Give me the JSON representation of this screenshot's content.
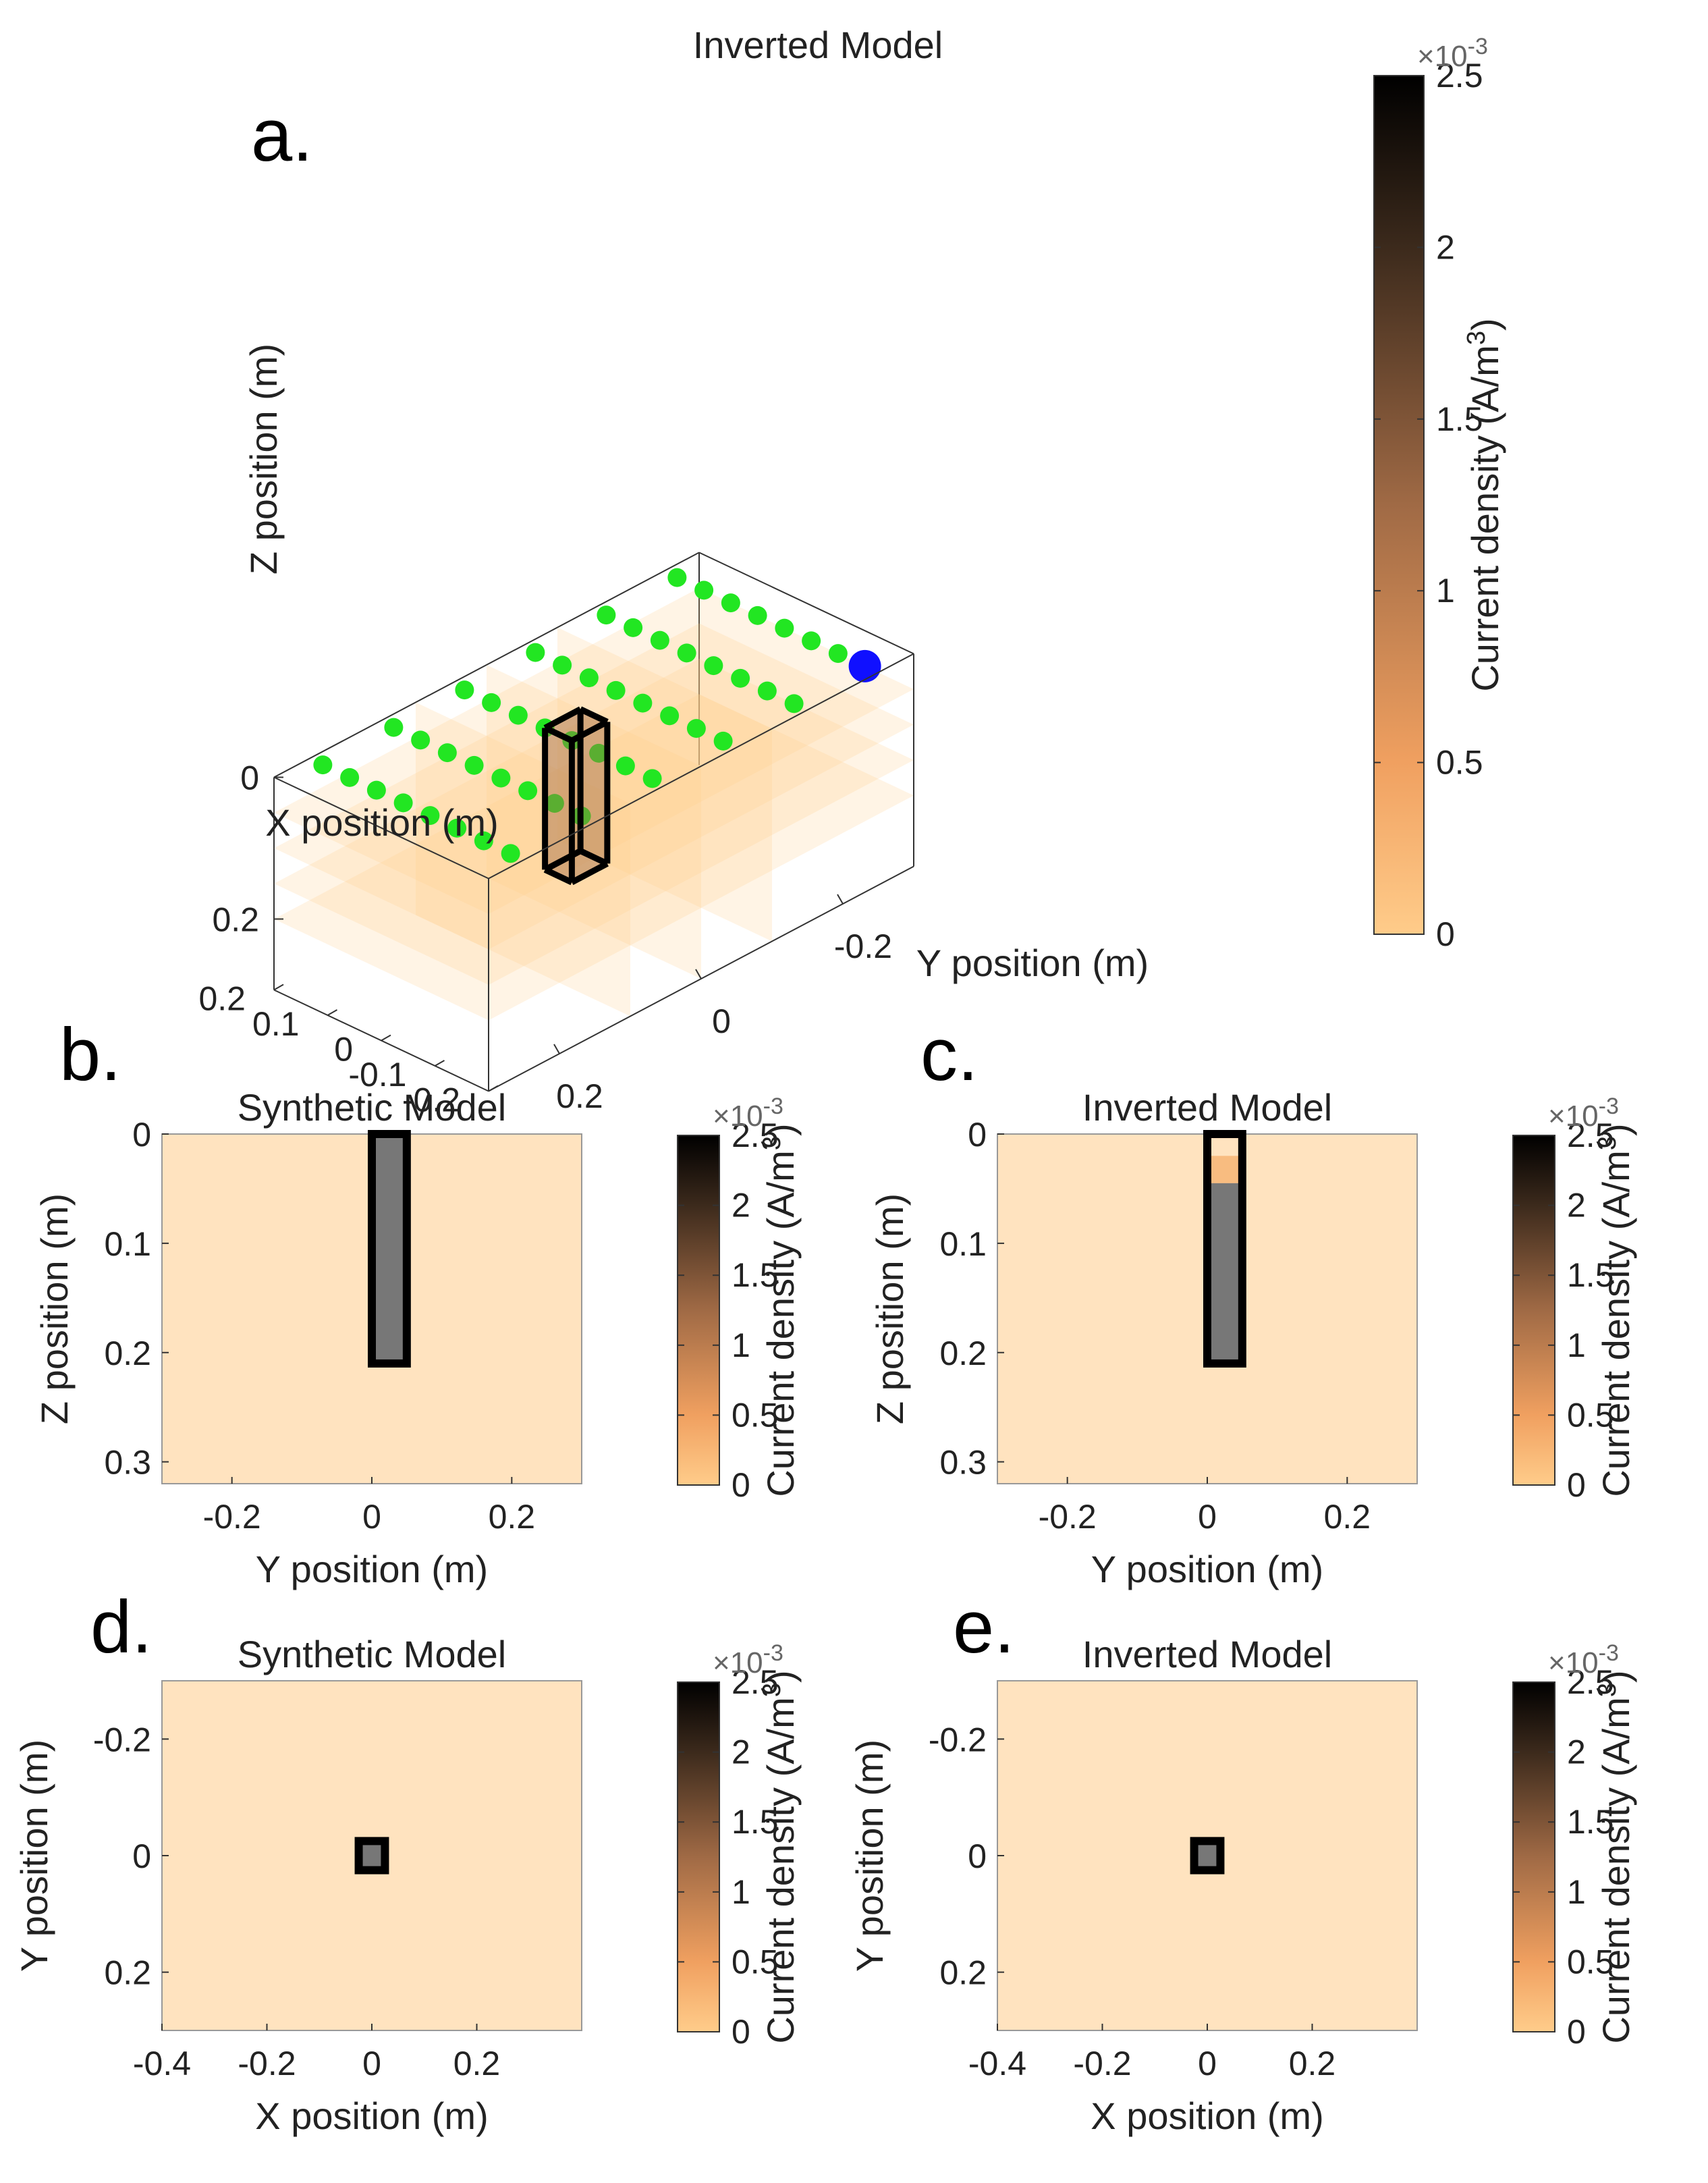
{
  "figure": {
    "colors": {
      "background": "#ffffff",
      "cmap_low": "#ffcc8a",
      "cmap_mid": "#a06a45",
      "cmap_high": "#000000",
      "block_fill": "#777777",
      "block_edge": "#000000",
      "electrode": "#22e622",
      "source_electrode": "#1010ff",
      "plot_bg": "#fde0c0"
    }
  },
  "chart_data": [
    {
      "id": "a",
      "type": "scatter",
      "panel_letter": "a.",
      "title": "Inverted Model",
      "xlabel": "X position (m)",
      "ylabel": "Y position (m)",
      "zlabel": "Z position (m)",
      "x_ticks": [
        "-0.2",
        "-0.1",
        "0",
        "0.1",
        "0.2"
      ],
      "y_ticks": [
        "-0.2",
        "0",
        "0.2"
      ],
      "z_ticks": [
        "0",
        "0.2"
      ],
      "xlim": [
        -0.2,
        0.2
      ],
      "ylim": [
        -0.3,
        0.3
      ],
      "zlim": [
        0,
        0.3
      ],
      "electrodes": {
        "x": [
          -0.175,
          -0.125,
          -0.075,
          -0.025,
          0.025,
          0.075,
          0.125,
          0.175
        ],
        "y": [
          -0.25,
          -0.15,
          -0.05,
          0.05,
          0.15,
          0.25
        ],
        "z": 0
      },
      "source_electrode": {
        "x": -0.175,
        "y": -0.25,
        "z": 0
      },
      "block": {
        "x": [
          -0.025,
          0.025
        ],
        "y": [
          0,
          0.05
        ],
        "z": [
          0,
          0.2
        ]
      },
      "colorbar": {
        "label": "Current density (A/m",
        "label_sup": "3",
        "label_end": ")",
        "exponent": "×10",
        "exponent_sup": "-3",
        "ticks": [
          "0",
          "0.5",
          "1",
          "1.5",
          "2",
          "2.5"
        ],
        "range": [
          0,
          2.5
        ]
      }
    },
    {
      "id": "b",
      "type": "heatmap",
      "panel_letter": "b.",
      "title": "Synthetic Model",
      "xlabel": "Y position (m)",
      "ylabel": "Z position (m)",
      "xlim": [
        -0.3,
        0.3
      ],
      "ylim": [
        0,
        0.32
      ],
      "y_reversed": true,
      "x_ticks": [
        -0.2,
        0,
        0.2
      ],
      "y_ticks": [
        0,
        0.1,
        0.2,
        0.3
      ],
      "x_tick_labels": [
        "-0.2",
        "0",
        "0.2"
      ],
      "y_tick_labels": [
        "0",
        "0.1",
        "0.2",
        "0.3"
      ],
      "background_value": 0,
      "anomaly": {
        "x": [
          0,
          0.05
        ],
        "y": [
          0,
          0.21
        ],
        "value": 2.5
      },
      "outline": {
        "x": [
          0,
          0.05
        ],
        "y": [
          0,
          0.21
        ]
      },
      "colorbar": {
        "label": "Current density (A/m",
        "label_sup": "3",
        "label_end": ")",
        "exponent": "×10",
        "exponent_sup": "-3",
        "ticks": [
          "0",
          "0.5",
          "1",
          "1.5",
          "2",
          "2.5"
        ],
        "range": [
          0,
          2.5
        ]
      }
    },
    {
      "id": "c",
      "type": "heatmap",
      "panel_letter": "c.",
      "title": "Inverted Model",
      "xlabel": "Y position (m)",
      "ylabel": "Z position (m)",
      "xlim": [
        -0.3,
        0.3
      ],
      "ylim": [
        0,
        0.32
      ],
      "y_reversed": true,
      "x_ticks": [
        -0.2,
        0,
        0.2
      ],
      "y_ticks": [
        0,
        0.1,
        0.2,
        0.3
      ],
      "x_tick_labels": [
        "-0.2",
        "0",
        "0.2"
      ],
      "y_tick_labels": [
        "0",
        "0.1",
        "0.2",
        "0.3"
      ],
      "background_value": 0,
      "anomaly_cells": [
        {
          "x": [
            0,
            0.05
          ],
          "y": [
            0.02,
            0.045
          ],
          "value": 0.3
        },
        {
          "x": [
            0,
            0.05
          ],
          "y": [
            0.045,
            0.21
          ],
          "value": 2.5
        }
      ],
      "outline": {
        "x": [
          0,
          0.05
        ],
        "y": [
          0,
          0.21
        ]
      },
      "colorbar": {
        "label": "Current density (A/m",
        "label_sup": "3",
        "label_end": ")",
        "exponent": "×10",
        "exponent_sup": "-3",
        "ticks": [
          "0",
          "0.5",
          "1",
          "1.5",
          "2",
          "2.5"
        ],
        "range": [
          0,
          2.5
        ]
      }
    },
    {
      "id": "d",
      "type": "heatmap",
      "panel_letter": "d.",
      "title": "Synthetic Model",
      "xlabel": "X position (m)",
      "ylabel": "Y position (m)",
      "xlim": [
        -0.4,
        0.4
      ],
      "ylim": [
        -0.3,
        0.3
      ],
      "y_reversed": true,
      "x_ticks": [
        -0.4,
        -0.2,
        0,
        0.2
      ],
      "y_ticks": [
        -0.2,
        0,
        0.2
      ],
      "x_tick_labels": [
        "-0.4",
        "-0.2",
        "0",
        "0.2"
      ],
      "y_tick_labels": [
        "-0.2",
        "0",
        "0.2"
      ],
      "background_value": 0,
      "anomaly": {
        "x": [
          -0.025,
          0.025
        ],
        "y": [
          -0.025,
          0.025
        ],
        "value": 2.5
      },
      "outline": {
        "x": [
          -0.025,
          0.025
        ],
        "y": [
          -0.025,
          0.025
        ]
      },
      "colorbar": {
        "label": "Current density (A/m",
        "label_sup": "3",
        "label_end": ")",
        "exponent": "×10",
        "exponent_sup": "-3",
        "ticks": [
          "0",
          "0.5",
          "1",
          "1.5",
          "2",
          "2.5"
        ],
        "range": [
          0,
          2.5
        ]
      }
    },
    {
      "id": "e",
      "type": "heatmap",
      "panel_letter": "e.",
      "title": "Inverted Model",
      "xlabel": "X position (m)",
      "ylabel": "Y position (m)",
      "xlim": [
        -0.4,
        0.4
      ],
      "ylim": [
        -0.3,
        0.3
      ],
      "y_reversed": true,
      "x_ticks": [
        -0.4,
        -0.2,
        0,
        0.2
      ],
      "y_ticks": [
        -0.2,
        0,
        0.2
      ],
      "x_tick_labels": [
        "-0.4",
        "-0.2",
        "0",
        "0.2"
      ],
      "y_tick_labels": [
        "-0.2",
        "0",
        "0.2"
      ],
      "background_value": 0,
      "anomaly": {
        "x": [
          -0.025,
          0.025
        ],
        "y": [
          -0.025,
          0.025
        ],
        "value": 2.5
      },
      "outline": {
        "x": [
          -0.025,
          0.025
        ],
        "y": [
          -0.025,
          0.025
        ]
      },
      "colorbar": {
        "label": "Current density (A/m",
        "label_sup": "3",
        "label_end": ")",
        "exponent": "×10",
        "exponent_sup": "-3",
        "ticks": [
          "0",
          "0.5",
          "1",
          "1.5",
          "2",
          "2.5"
        ],
        "range": [
          0,
          2.5
        ]
      }
    }
  ]
}
